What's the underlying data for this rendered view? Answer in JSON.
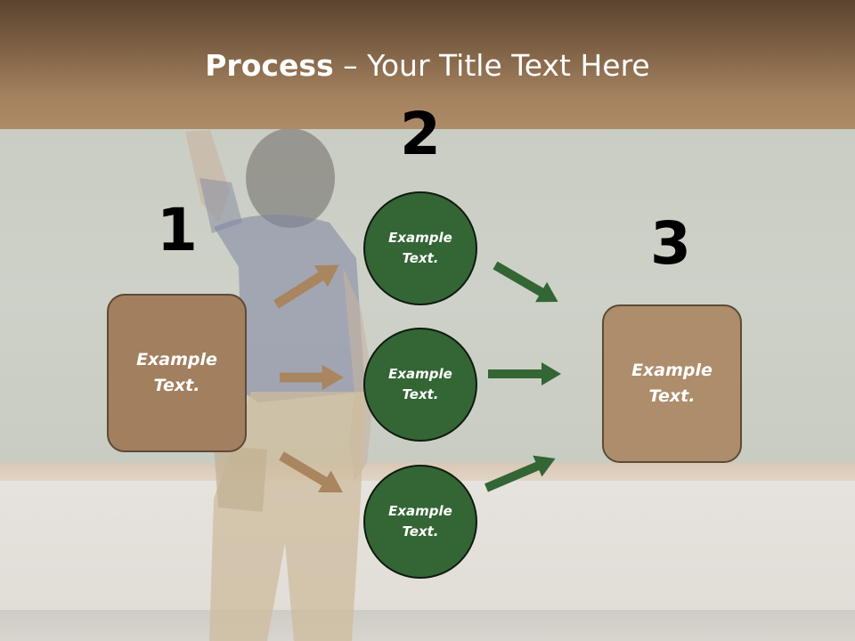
{
  "slide": {
    "title_bold": "Process",
    "title_rest": " – Your Title Text Here"
  },
  "steps": {
    "step1": {
      "number": "1",
      "text": "Example\nText."
    },
    "step2": {
      "number": "2",
      "items": [
        {
          "text": "Example\nText."
        },
        {
          "text": "Example\nText."
        },
        {
          "text": "Example\nText."
        }
      ]
    },
    "step3": {
      "number": "3",
      "text": "Example\nText."
    }
  },
  "colors": {
    "header": "#a4825f",
    "box_fill_left": "#a27f5e",
    "box_fill_right": "#ad8d6c",
    "circle_fill": "#336634",
    "arrow_brown": "#a98560",
    "arrow_green": "#336634"
  }
}
